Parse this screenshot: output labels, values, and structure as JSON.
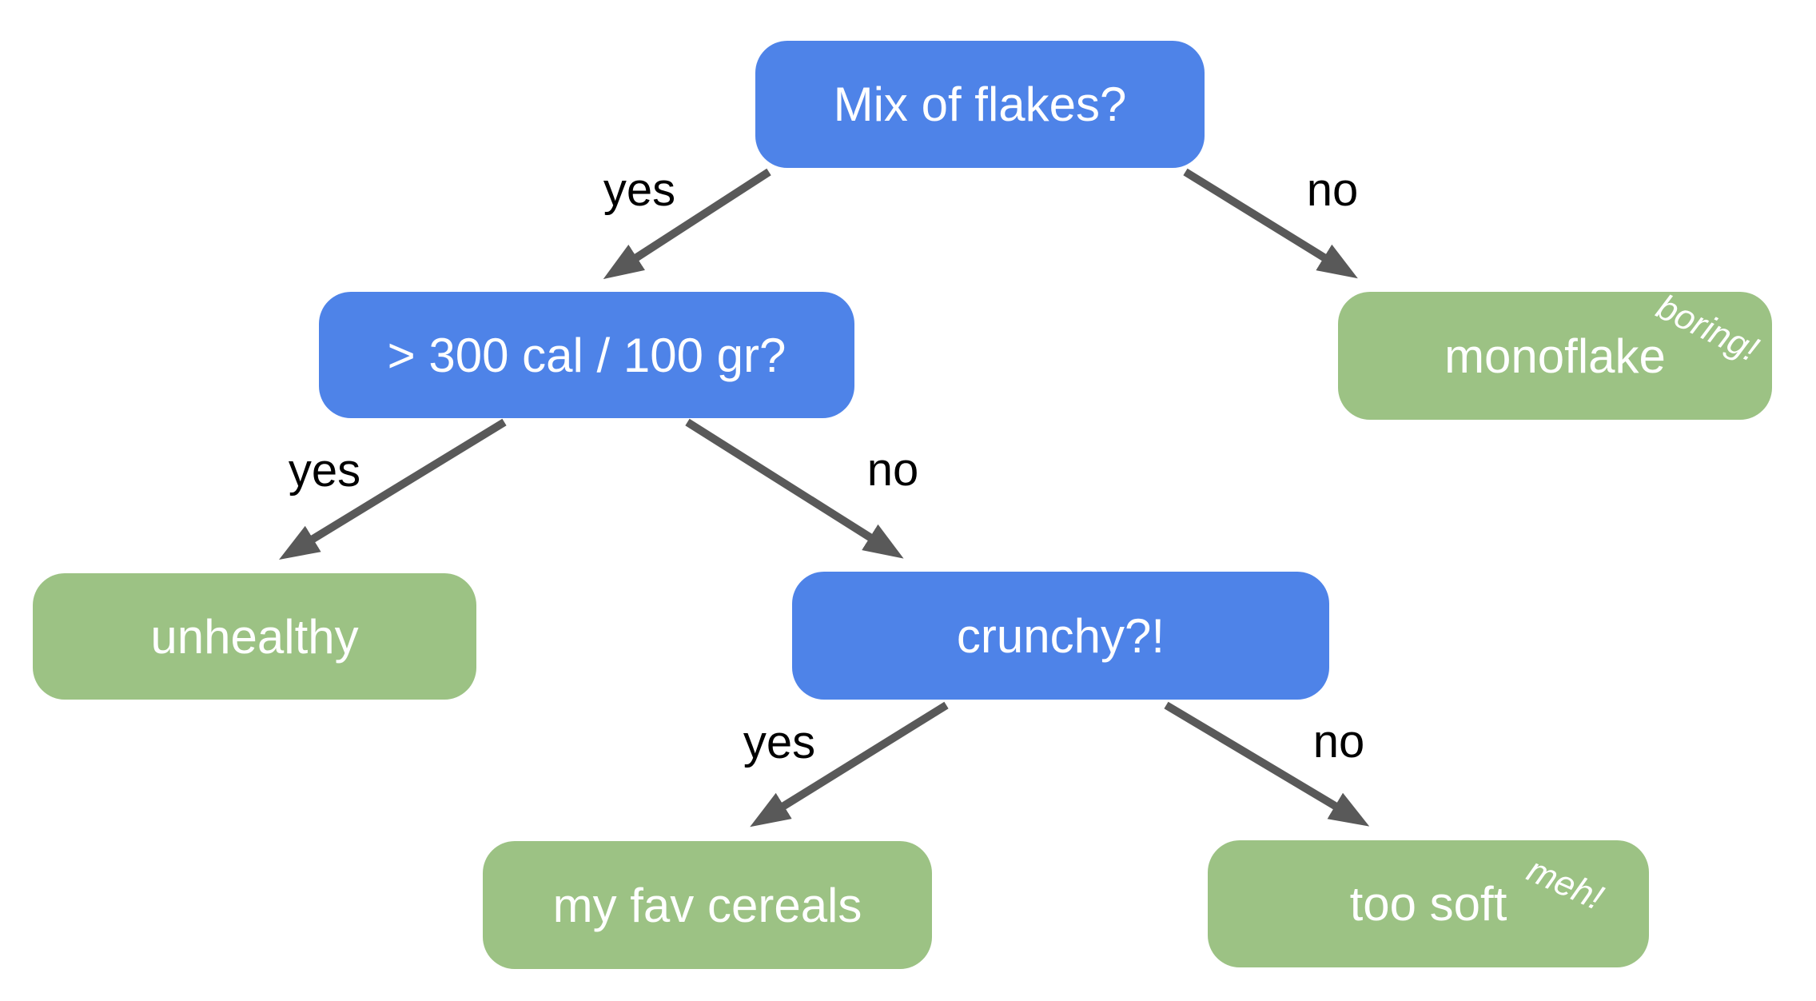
{
  "diagram": {
    "type": "decision-tree",
    "colors": {
      "question_fill": "#4e83e8",
      "outcome_fill": "#9cc284",
      "arrow": "#595959",
      "node_text": "#ffffff",
      "edge_label_text": "#000000",
      "background": "#ffffff"
    },
    "nodes": {
      "mix_of_flakes": {
        "label": "Mix of flakes?",
        "type": "question"
      },
      "calories": {
        "label": "> 300 cal / 100 gr?",
        "type": "question"
      },
      "monoflake": {
        "label": "monoflake",
        "type": "outcome",
        "annotation": "boring!"
      },
      "unhealthy": {
        "label": "unhealthy",
        "type": "outcome"
      },
      "crunchy": {
        "label": "crunchy?!",
        "type": "question"
      },
      "my_fav_cereals": {
        "label": "my fav cereals",
        "type": "outcome"
      },
      "too_soft": {
        "label": "too soft",
        "type": "outcome",
        "annotation": "meh!"
      }
    },
    "edges": [
      {
        "from": "mix_of_flakes",
        "to": "calories",
        "label": "yes"
      },
      {
        "from": "mix_of_flakes",
        "to": "monoflake",
        "label": "no"
      },
      {
        "from": "calories",
        "to": "unhealthy",
        "label": "yes"
      },
      {
        "from": "calories",
        "to": "crunchy",
        "label": "no"
      },
      {
        "from": "crunchy",
        "to": "my_fav_cereals",
        "label": "yes"
      },
      {
        "from": "crunchy",
        "to": "too_soft",
        "label": "no"
      }
    ]
  }
}
